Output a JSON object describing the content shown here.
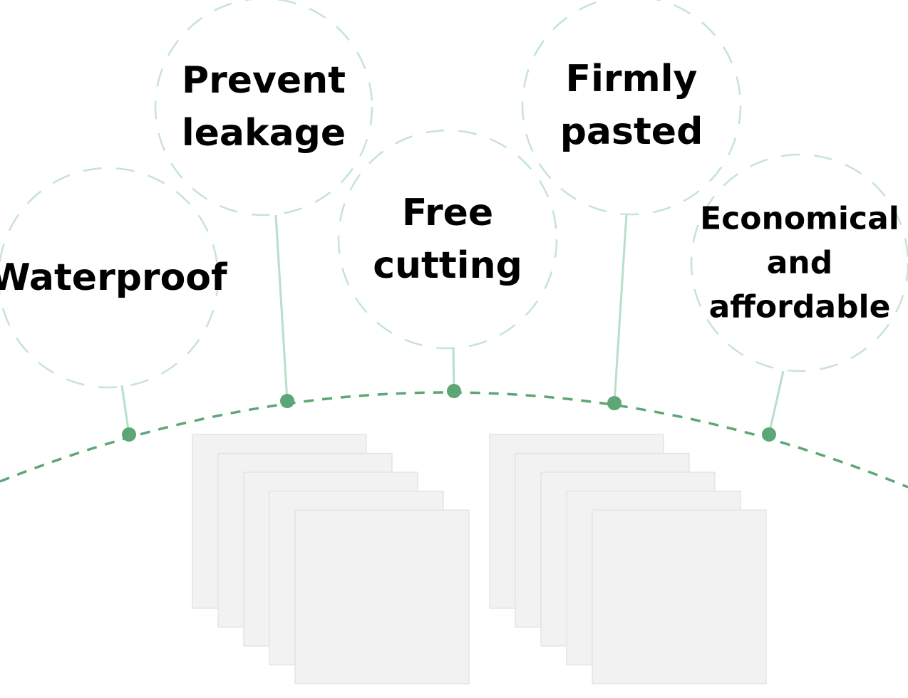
{
  "colors": {
    "accent": "#5ca775",
    "circle_dash": "#c5e4d3",
    "connector": "#b8dfc8",
    "sheet_fill": "#f2f2f2",
    "sheet_stroke": "#e0e0e0",
    "text": "#000000"
  },
  "features": [
    {
      "lines": [
        "Waterproof"
      ]
    },
    {
      "lines": [
        "Prevent",
        "leakage"
      ]
    },
    {
      "lines": [
        "Free",
        "cutting"
      ]
    },
    {
      "lines": [
        "Firmly",
        "pasted"
      ]
    },
    {
      "lines": [
        "Economical",
        "and",
        "affordable"
      ]
    }
  ],
  "sheet_stacks": [
    {
      "sheet_count": 5
    },
    {
      "sheet_count": 5
    }
  ]
}
